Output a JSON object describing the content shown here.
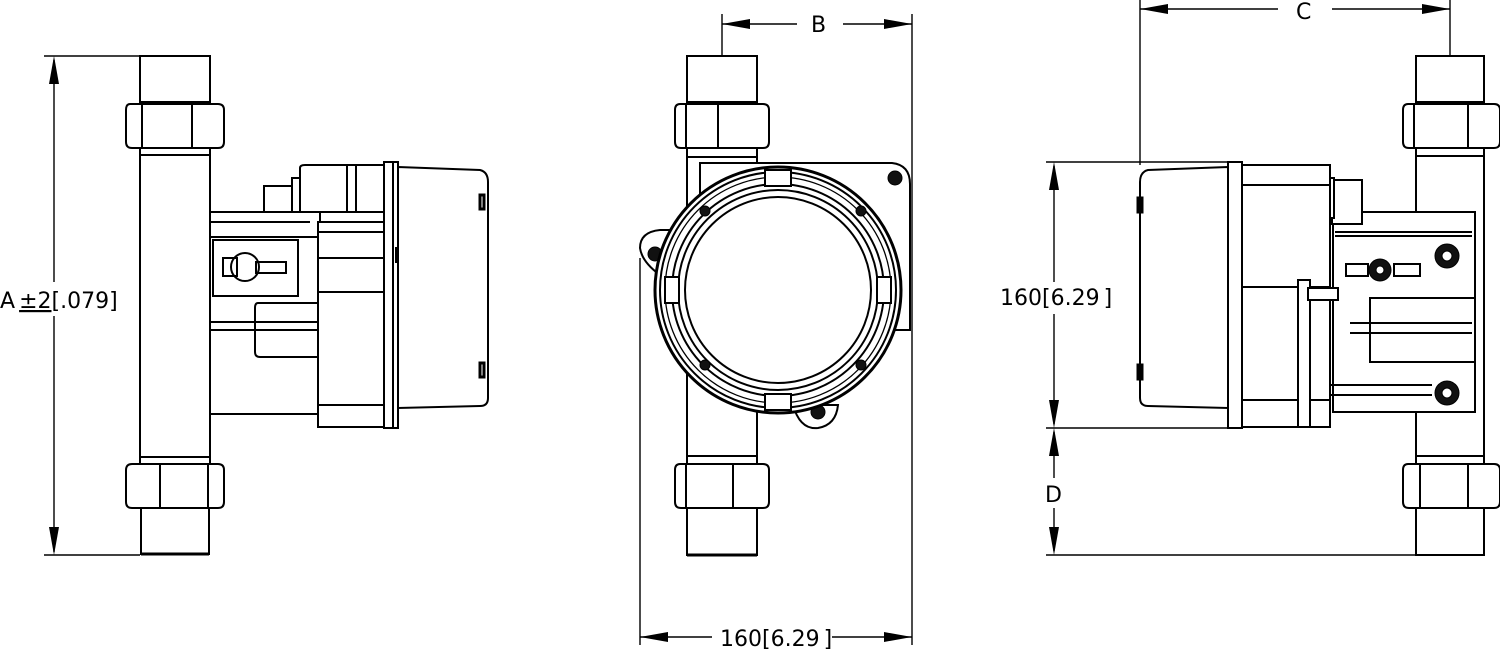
{
  "drawing": {
    "type": "technical-dimension-drawing",
    "views": [
      {
        "name": "left-side-view",
        "description": "Side view with flow tube vertical, transmitter housing on right"
      },
      {
        "name": "front-view",
        "description": "Front view showing circular transmitter cover"
      },
      {
        "name": "right-side-view",
        "description": "Side view with flow tube vertical, transmitter housing on left"
      }
    ],
    "dimensions": {
      "a": {
        "label": "A",
        "tolerance": "±2",
        "tolerance_inch": "[.079]"
      },
      "b": {
        "label": "B"
      },
      "c": {
        "label": "C"
      },
      "d": {
        "label": "D"
      },
      "width_front": {
        "mm": "160",
        "inch": "6.29"
      },
      "height_side": {
        "mm": "160",
        "inch": "6.29"
      }
    },
    "colors": {
      "line": "#000000",
      "background": "#ffffff"
    }
  }
}
